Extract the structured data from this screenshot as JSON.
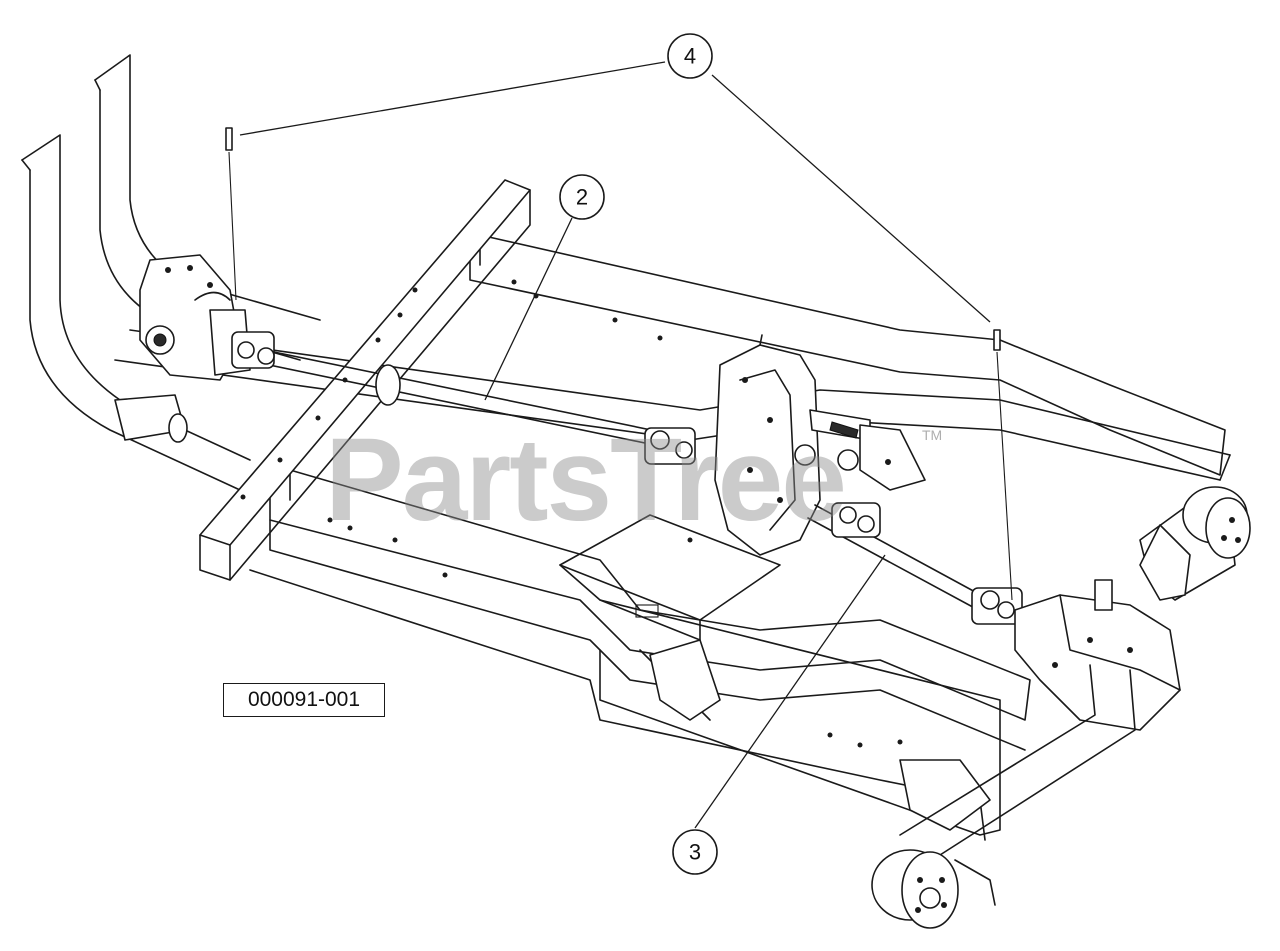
{
  "callouts": [
    {
      "id": "callout-4",
      "label": "4"
    },
    {
      "id": "callout-2",
      "label": "2"
    },
    {
      "id": "callout-3",
      "label": "3"
    }
  ],
  "reference_number": "000091-001",
  "watermark": {
    "text": "PartsTree",
    "trademark": "TM"
  },
  "colors": {
    "line": "#1a1a1a",
    "watermark": "#8c8c8c",
    "background": "#ffffff"
  }
}
